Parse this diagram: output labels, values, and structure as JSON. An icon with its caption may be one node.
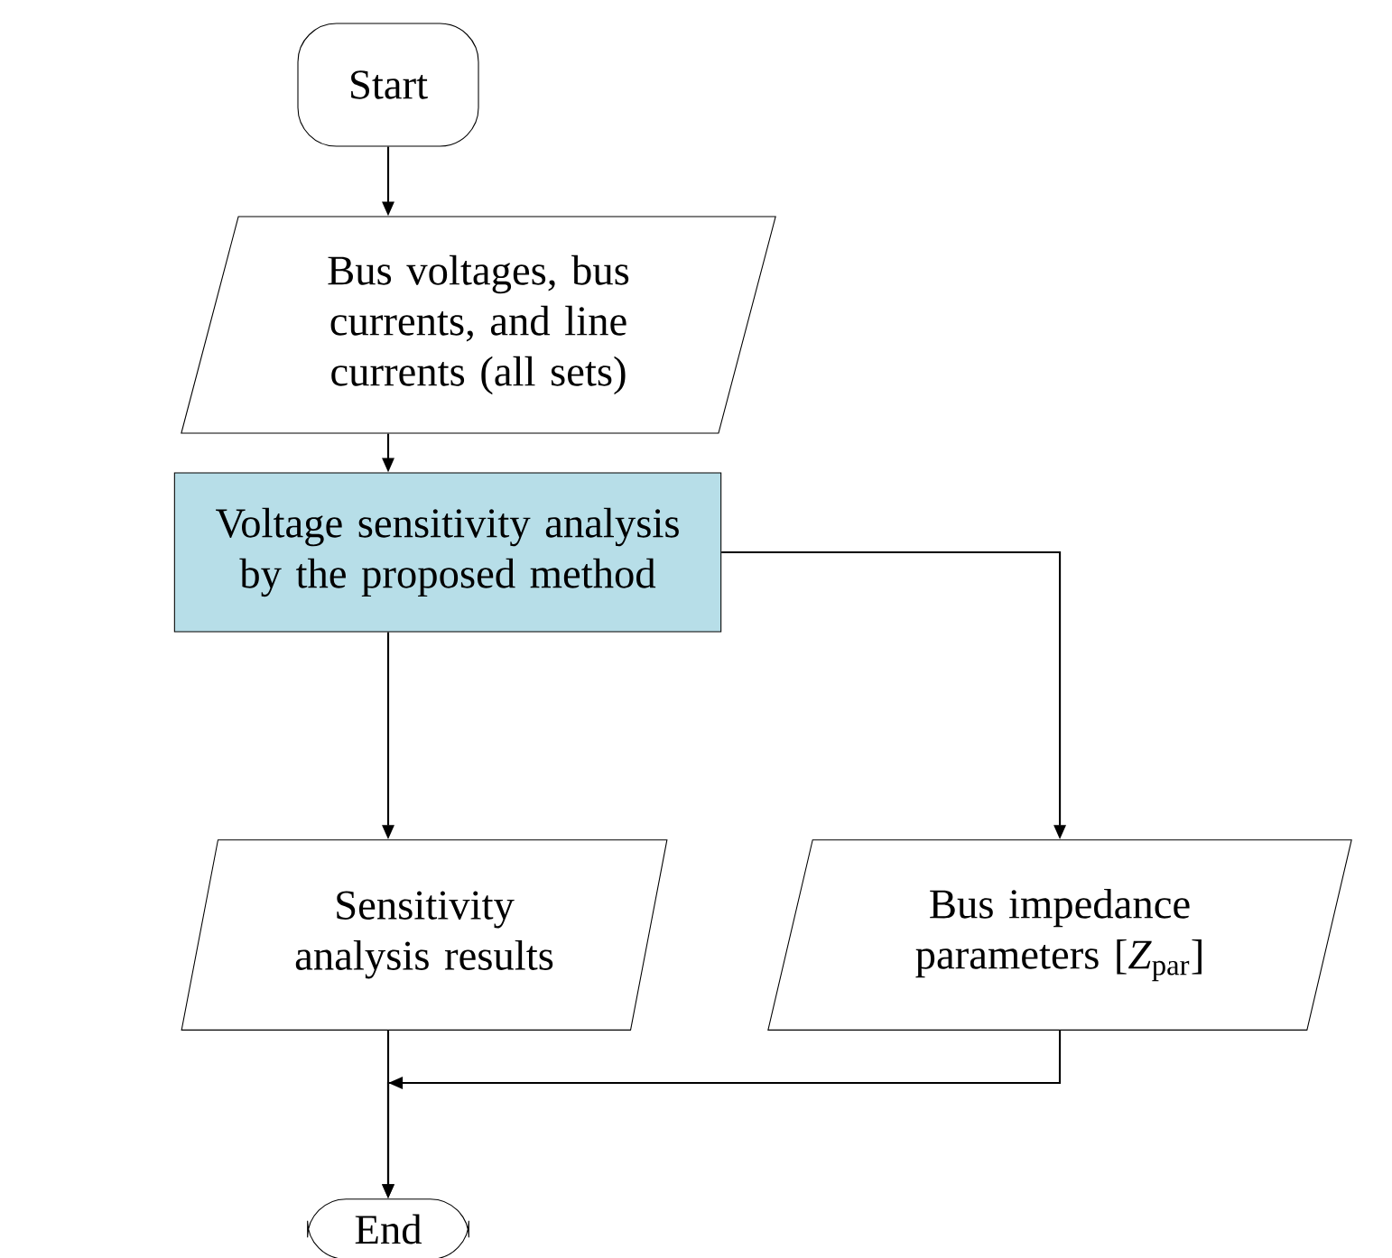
{
  "diagram": {
    "nodes": [
      {
        "text": [
          "Start"
        ]
      },
      {
        "text": [
          "Bus voltages, bus currents, and line currents (all sets)"
        ]
      },
      {
        "text": [
          "Voltage sensitivity analysis by the proposed method"
        ]
      },
      {
        "text": [
          "Sensitivity analysis results"
        ]
      },
      {
        "text": [
          "Bus impedance parameters [*Z*$_{par}$]"
        ]
      },
      {
        "text": [
          "End"
        ]
      }
    ],
    "edges": [
      {
        "from": 0,
        "to": 1,
        "arrow": "to"
      },
      {
        "from": 1,
        "to": 2,
        "arrow": "to"
      },
      {
        "from": 2,
        "to": 3,
        "arrow": "to"
      },
      {
        "from": 2,
        "to": 4,
        "arrow": "to"
      },
      {
        "from": 3,
        "to": 5,
        "arrow": "to"
      },
      {
        "from": 4,
        "to": 5,
        "arrow": "to"
      }
    ]
  }
}
